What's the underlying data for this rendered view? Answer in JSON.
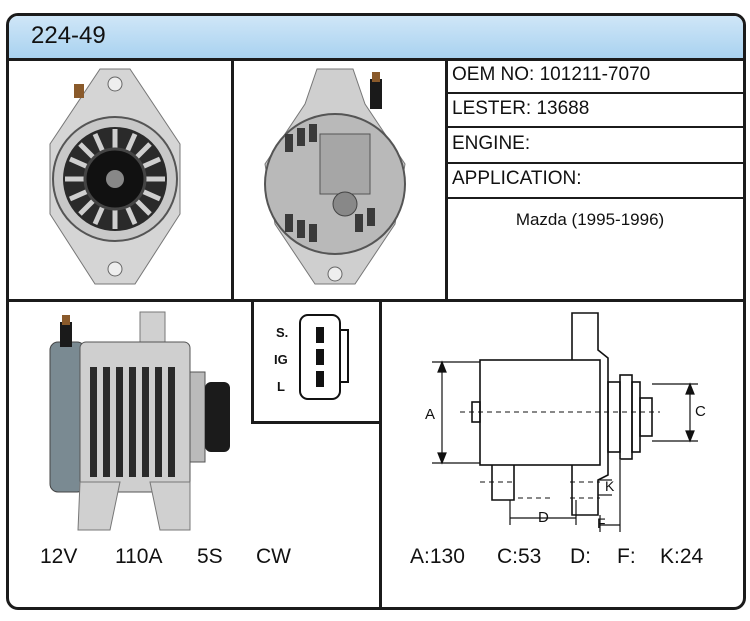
{
  "title": "224-49",
  "specs": {
    "oem_no": "OEM NO: 101211-7070",
    "lester": "LESTER: 13688",
    "engine": "ENGINE:",
    "application": "APPLICATION:",
    "application_value": "Mazda (1995-1996)"
  },
  "connector": {
    "pins": [
      "S.",
      "IG",
      "L"
    ]
  },
  "ratings": {
    "voltage": "12V",
    "amperage": "110A",
    "grooves": "5S",
    "rotation": "CW"
  },
  "dimension_letters": {
    "a": "A",
    "c": "C",
    "d": "D",
    "f": "F",
    "k": "K"
  },
  "dimensions": {
    "a": "A:130",
    "c": "C:53",
    "d": "D:",
    "f": "F:",
    "k": "K:24"
  }
}
